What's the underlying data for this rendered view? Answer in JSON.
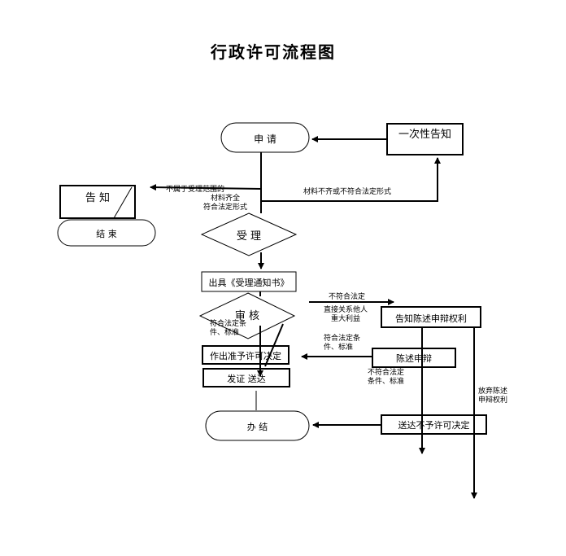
{
  "title": "行政许可流程图",
  "nodes": {
    "apply": "申 请",
    "one_time_notice": "一次性告知",
    "notify": "告 知",
    "end": "结 束",
    "accept": "受 理",
    "issue_notice": "出具《受理通知书》",
    "review": "审 核",
    "notify_statement_rights": "告知陈述申辩权利",
    "statement_defense": "陈述申辩",
    "grant_decision": "作出准予许可决定",
    "issue_deliver": "发证 送达",
    "deliver_refusal": "送达不予许可决定",
    "complete": "办 结"
  },
  "labels": {
    "not_in_scope": "不属于受理范围的",
    "materials_complete": "材料齐全\n符合法定形式",
    "materials_incomplete": "材料不齐或不符合法定形式",
    "not_meet_conditions": "不符合法定",
    "involves_interest": "直接关系他人\n重大利益",
    "meets_conditions_left": "符合法定条\n件、标准",
    "meets_conditions_right": "符合法定条\n件、标准",
    "not_meet_conditions_2": "不符合法定\n条件、标准",
    "waive_statement": "放弃陈述\n申辩权利"
  }
}
